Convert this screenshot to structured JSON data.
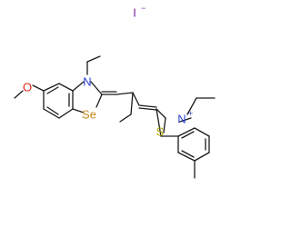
{
  "molecule": {
    "counter_ion": {
      "symbol": "I",
      "charge": "−",
      "color": "#7a1fa2"
    },
    "atoms": {
      "oxygen": {
        "symbol": "O",
        "color": "#e0241b"
      },
      "nitrogen_selenazole": {
        "symbol": "N",
        "color": "#2d3fd6"
      },
      "selenium": {
        "symbol": "Se",
        "color": "#c58a1a"
      },
      "sulfur": {
        "symbol": "S",
        "color": "#b8a400"
      },
      "nitrogen_thiazolium": {
        "symbol": "N",
        "charge": "+",
        "color": "#2d3fd6"
      }
    },
    "bond_color": "#1a1a1a"
  }
}
